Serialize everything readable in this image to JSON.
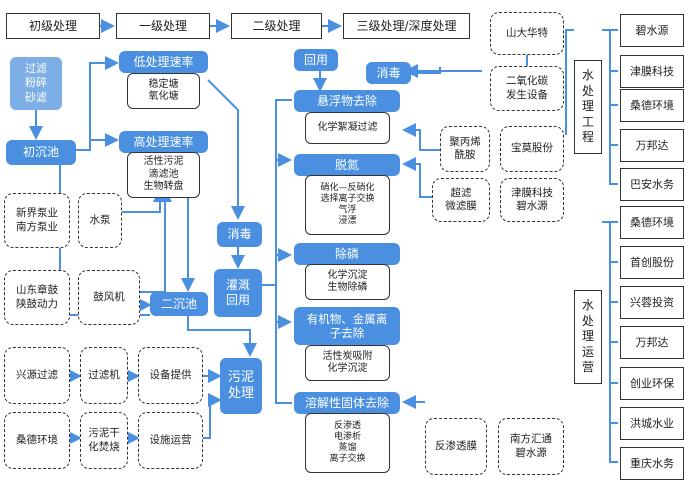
{
  "stages": {
    "primary": "初级处理",
    "first": "一级处理",
    "second": "二级处理",
    "third": "三级处理/深度处理"
  },
  "pre": {
    "lines": [
      "过滤",
      "粉碎",
      "砂滤"
    ]
  },
  "nodes": {
    "primary_settling": "初沉池",
    "low_rate": "低处理速率",
    "low_rate_desc": [
      "稳定塘",
      "氧化塘"
    ],
    "high_rate": "高处理速率",
    "high_rate_desc": [
      "活性污泥",
      "滴滤池",
      "生物转盘"
    ],
    "pump_companies": [
      "新界泵业",
      "南方泵业"
    ],
    "pump": "水泵",
    "blower_companies": [
      "山东章鼓",
      "陕鼓动力"
    ],
    "blower": "鼓风机",
    "secondary_settling": "二沉池",
    "disinfect_left": "消毒",
    "irrigation": [
      "灌溉",
      "回用"
    ],
    "sludge": [
      "污泥",
      "处理"
    ],
    "reuse": "回用",
    "disinfect_top": "消毒",
    "suspended": "悬浮物去除",
    "suspended_desc": [
      "化学絮凝过滤"
    ],
    "nitrogen": "脱氮",
    "nitrogen_desc": [
      "硝化—反硝化",
      "选择离子交换",
      "气浮",
      "浸漂"
    ],
    "phosphorus": "除磷",
    "phosphorus_desc": [
      "化学沉淀",
      "生物除磷"
    ],
    "metals": [
      "有机物、金属离",
      "子去除"
    ],
    "metals_desc": [
      "活性炭吸附",
      "化学沉淀"
    ],
    "dissolved": "溶解性固体去除",
    "dissolved_desc": [
      "反渗透",
      "电渗析",
      "蒸馏",
      "离子交换"
    ],
    "shanda": "山大华特",
    "co2": [
      "二氧化碳",
      "发生设备"
    ],
    "pam": [
      "聚丙烯",
      "酰胺"
    ],
    "baomo": "宝莫股份",
    "uf": [
      "超滤",
      "微滤膜"
    ],
    "uf_companies": [
      "津膜科技",
      "碧水源"
    ],
    "ro": "反渗透膜",
    "ro_companies": [
      "南方汇通",
      "碧水源"
    ],
    "filter_co": "兴源过滤",
    "filter": "过滤机",
    "equip": "设备提供",
    "sangde": "桑德环境",
    "sludge_dry": [
      "污泥干",
      "化焚烧"
    ],
    "operate": "设施运营"
  },
  "eng": {
    "title": [
      "水",
      "处",
      "理",
      "工",
      "程"
    ],
    "companies": [
      "碧水源",
      "津膜科技",
      "桑德环境",
      "万邦达",
      "巴安水务"
    ]
  },
  "ops": {
    "title": [
      "水",
      "处",
      "理",
      "运",
      "营"
    ],
    "companies": [
      "桑德环境",
      "首创股份",
      "兴蓉投资",
      "万邦达",
      "创业环保",
      "洪城水业",
      "重庆水务"
    ]
  }
}
